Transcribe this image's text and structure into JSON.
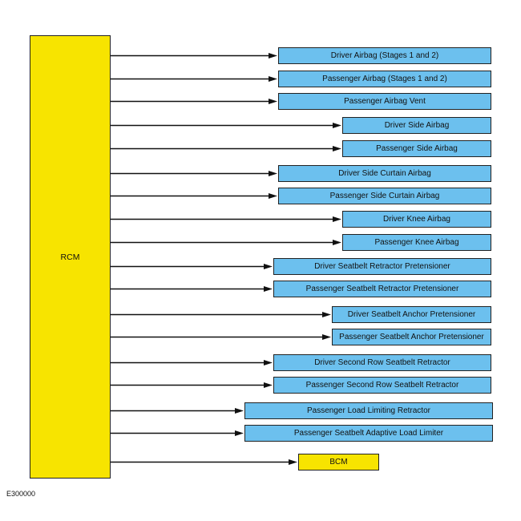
{
  "source": {
    "label": "RCM",
    "color": "#f7e400"
  },
  "outputs": [
    {
      "label": "Driver Airbag (Stages 1 and 2)",
      "color": "#6cc0ee"
    },
    {
      "label": "Passenger Airbag (Stages 1 and 2)",
      "color": "#6cc0ee"
    },
    {
      "label": "Passenger Airbag Vent",
      "color": "#6cc0ee"
    },
    {
      "label": "Driver Side Airbag",
      "color": "#6cc0ee"
    },
    {
      "label": "Passenger Side Airbag",
      "color": "#6cc0ee"
    },
    {
      "label": "Driver Side Curtain Airbag",
      "color": "#6cc0ee"
    },
    {
      "label": "Passenger Side Curtain Airbag",
      "color": "#6cc0ee"
    },
    {
      "label": "Driver Knee Airbag",
      "color": "#6cc0ee"
    },
    {
      "label": "Passenger Knee Airbag",
      "color": "#6cc0ee"
    },
    {
      "label": "Driver Seatbelt Retractor Pretensioner",
      "color": "#6cc0ee"
    },
    {
      "label": "Passenger Seatbelt Retractor Pretensioner",
      "color": "#6cc0ee"
    },
    {
      "label": "Driver Seatbelt Anchor Pretensioner",
      "color": "#6cc0ee"
    },
    {
      "label": "Passenger Seatbelt Anchor Pretensioner",
      "color": "#6cc0ee"
    },
    {
      "label": "Driver Second Row Seatbelt Retractor",
      "color": "#6cc0ee"
    },
    {
      "label": "Passenger Second Row Seatbelt Retractor",
      "color": "#6cc0ee"
    },
    {
      "label": "Passenger Load Limiting Retractor",
      "color": "#6cc0ee"
    },
    {
      "label": "Passenger Seatbelt Adaptive Load Limiter",
      "color": "#6cc0ee"
    },
    {
      "label": "BCM",
      "color": "#f7e400"
    }
  ],
  "figure_id": "E300000"
}
